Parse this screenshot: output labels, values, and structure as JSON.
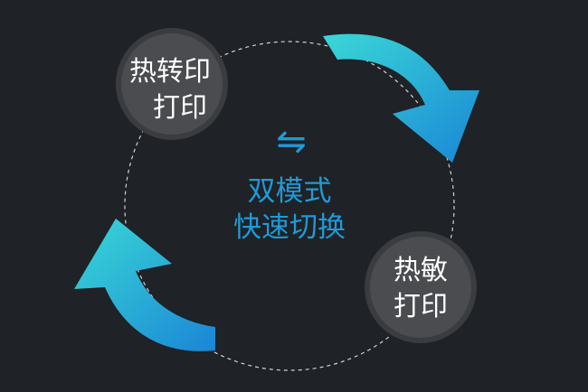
{
  "center": {
    "line1": "双模式",
    "line2": "快速切换",
    "switch_glyph": "⇋"
  },
  "nodes": [
    {
      "id": "thermal-transfer",
      "line1": "热转印",
      "line2": "打印"
    },
    {
      "id": "thermal-direct",
      "line1": "热敏",
      "line2": "打印"
    }
  ],
  "colors": {
    "background": "#1f2226",
    "accent": "#1e9ad8",
    "arrow_light": "#3ad8d6",
    "arrow_dark": "#1a86d6",
    "node_fill": "#4a4c4f",
    "node_ring": "#3a3c3f",
    "dashed_ring": "#cfd2d6"
  },
  "icons": [
    "switch-arrows-icon",
    "cycle-arrow-icon"
  ]
}
